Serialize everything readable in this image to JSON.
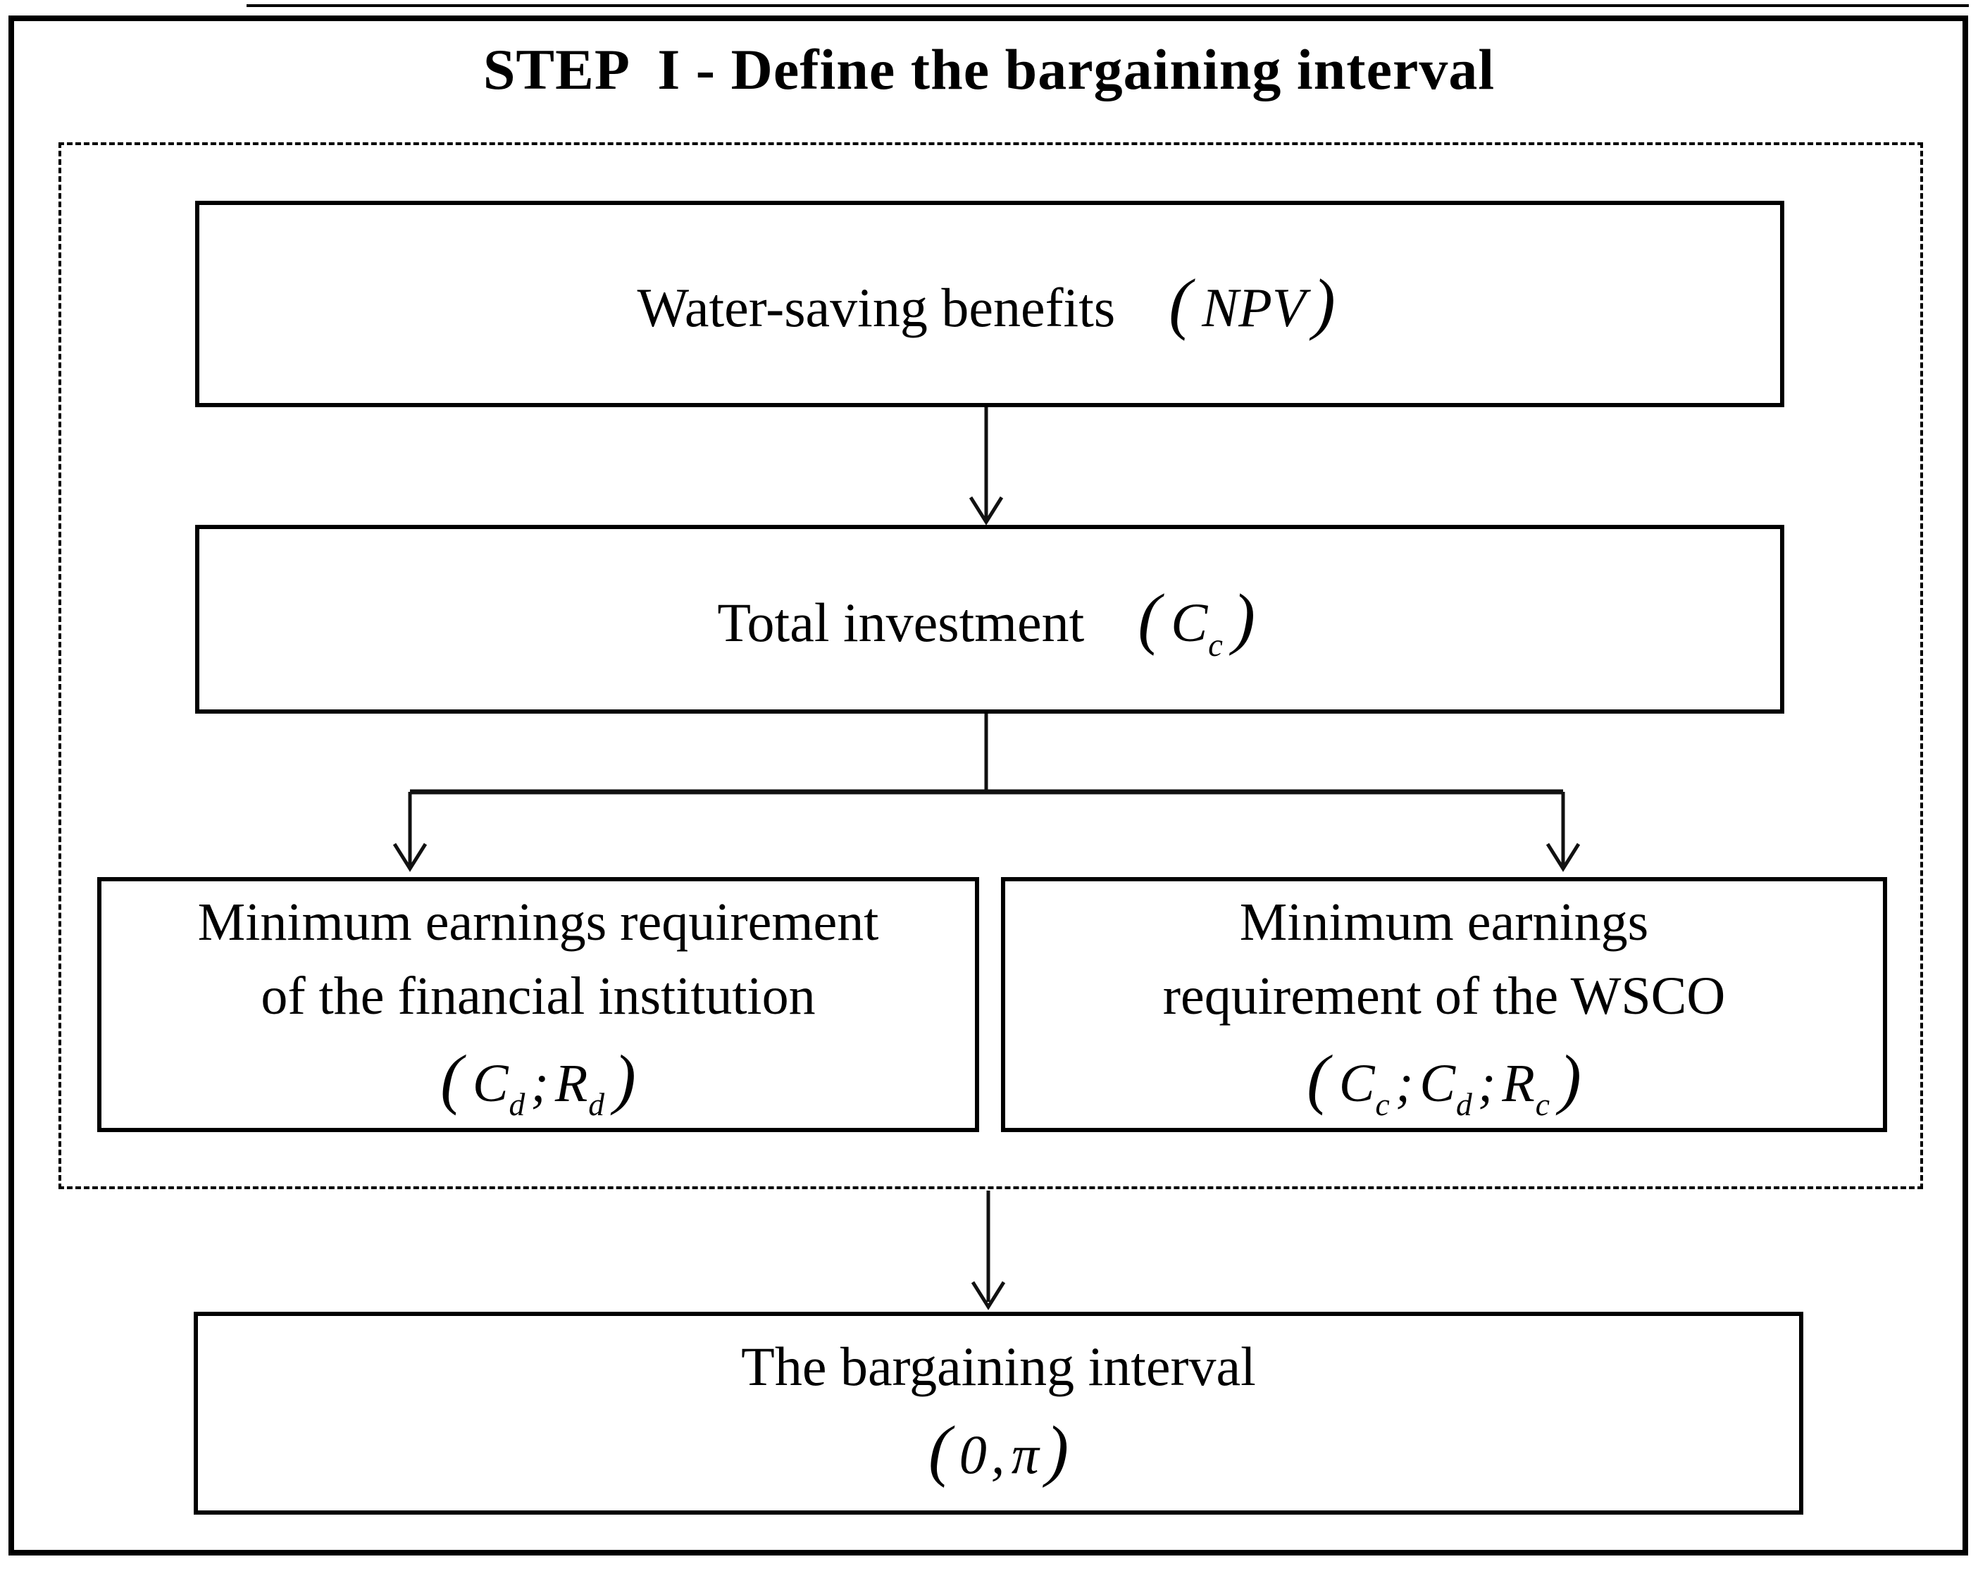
{
  "title": "STEP  I - Define the bargaining interval",
  "boxes": {
    "benefits": {
      "label": "Water-saving benefits"
    },
    "investment": {
      "label": "Total investment"
    },
    "financial": {
      "line1": "Minimum earnings requirement",
      "line2": "of the financial institution"
    },
    "wsco": {
      "line1": "Minimum earnings",
      "line2": "requirement of the WSCO"
    },
    "interval": {
      "label": "The bargaining interval"
    }
  },
  "formulas": {
    "npv": [
      {
        "text": "(",
        "kind": "paren"
      },
      {
        "text": "NPV",
        "kind": "var"
      },
      {
        "text": ")",
        "kind": "paren"
      }
    ],
    "investment": [
      {
        "text": "(",
        "kind": "paren"
      },
      {
        "text": "C",
        "kind": "var"
      },
      {
        "text": "c",
        "kind": "sub"
      },
      {
        "text": ")",
        "kind": "paren"
      }
    ],
    "financial": [
      {
        "text": "(",
        "kind": "paren"
      },
      {
        "text": "C",
        "kind": "var"
      },
      {
        "text": "d",
        "kind": "sub"
      },
      {
        "text": ";",
        "kind": "sep"
      },
      {
        "text": "R",
        "kind": "var"
      },
      {
        "text": "d",
        "kind": "sub"
      },
      {
        "text": ")",
        "kind": "paren"
      }
    ],
    "wsco": [
      {
        "text": "(",
        "kind": "paren"
      },
      {
        "text": "C",
        "kind": "var"
      },
      {
        "text": "c",
        "kind": "sub"
      },
      {
        "text": ";",
        "kind": "sep"
      },
      {
        "text": "C",
        "kind": "var"
      },
      {
        "text": "d",
        "kind": "sub"
      },
      {
        "text": ";",
        "kind": "sep"
      },
      {
        "text": "R",
        "kind": "var"
      },
      {
        "text": "c",
        "kind": "sub"
      },
      {
        "text": ")",
        "kind": "paren"
      }
    ],
    "interval": [
      {
        "text": "(",
        "kind": "paren"
      },
      {
        "text": "0",
        "kind": "num"
      },
      {
        "text": ",",
        "kind": "sep"
      },
      {
        "text": "π",
        "kind": "var"
      },
      {
        "text": ")",
        "kind": "paren"
      }
    ]
  },
  "colors": {
    "ink": "#000000",
    "paper": "#ffffff"
  }
}
